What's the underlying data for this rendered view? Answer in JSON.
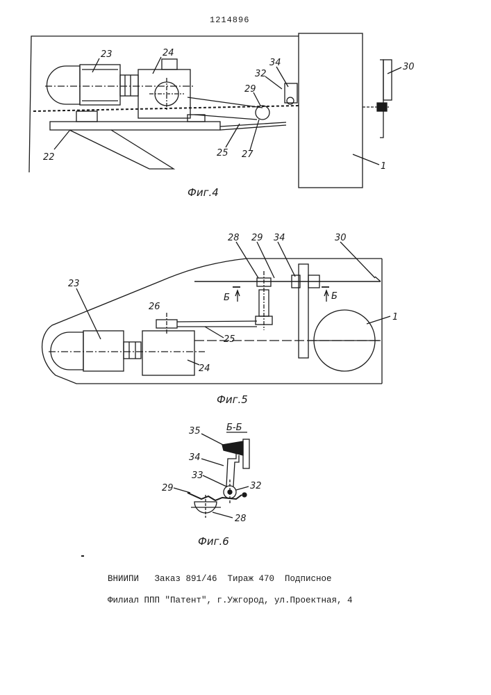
{
  "patent_number": "1214896",
  "figures": {
    "fig4": {
      "caption": "Фиг.4",
      "labels": [
        "23",
        "24",
        "34",
        "32",
        "29",
        "30",
        "22",
        "25",
        "27",
        "1"
      ]
    },
    "fig5": {
      "caption": "Фиг.5",
      "labels": [
        "28",
        "29",
        "34",
        "30",
        "23",
        "26",
        "25",
        "24",
        "1"
      ],
      "section_mark": "Б"
    },
    "fig6": {
      "caption": "Фиг.6",
      "section_title": "Б-Б",
      "labels": [
        "35",
        "34",
        "33",
        "32",
        "29",
        "28"
      ]
    }
  },
  "imprint": {
    "line1": "ВНИИПИ   Заказ 891/46  Тираж 470  Подписное",
    "line2": "Филиал ППП \"Патент\", г.Ужгород, ул.Проектная, 4"
  }
}
